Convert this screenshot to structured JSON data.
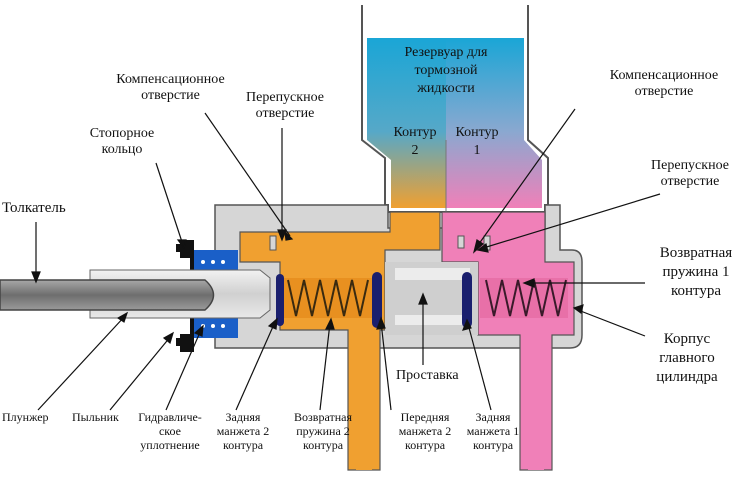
{
  "colors": {
    "reservoir_top": "#1aa6d6",
    "circuit2_fluid": "#f0a030",
    "circuit1_fluid": "#f080b8",
    "body_gray": "#d6d6d6",
    "seal_blue": "#1a5fc8",
    "cuff_navy": "#1a1f6e",
    "pusher_gray": "#8a8a8a"
  },
  "reservoir": {
    "title_lines": [
      "Резервуар для",
      "тормозной",
      "жидкости"
    ],
    "circuit2_label": "Контур",
    "circuit2_number": "2",
    "circuit1_label": "Контур",
    "circuit1_number": "1"
  },
  "labels": {
    "pusher": "Толкатель",
    "comp_hole_left": [
      "Компенсационное",
      "отверстие"
    ],
    "bypass_left": [
      "Перепускное",
      "отверстие"
    ],
    "stop_ring": [
      "Стопорное",
      "кольцо"
    ],
    "comp_hole_right": [
      "Компенсационное",
      "отверстие"
    ],
    "bypass_right": [
      "Перепускное",
      "отверстие"
    ],
    "return_spring_1": [
      "Возвратная",
      "пружина 1",
      "контура"
    ],
    "body": [
      "Корпус",
      "главного",
      "цилиндра"
    ],
    "spacer": "Проставка",
    "plunger": "Плунжер",
    "boot": "Пыльник",
    "hydraulic_seal": [
      "Гидравличе-",
      "ское",
      "уплотнение"
    ],
    "rear_cuff_2": [
      "Задняя",
      "манжета 2",
      "контура"
    ],
    "return_spring_2": [
      "Возвратная",
      "пружина 2",
      "контура"
    ],
    "front_cuff_2": [
      "Передняя",
      "манжета 2",
      "контура"
    ],
    "rear_cuff_1": [
      "Задняя",
      "манжета 1",
      "контура"
    ]
  }
}
